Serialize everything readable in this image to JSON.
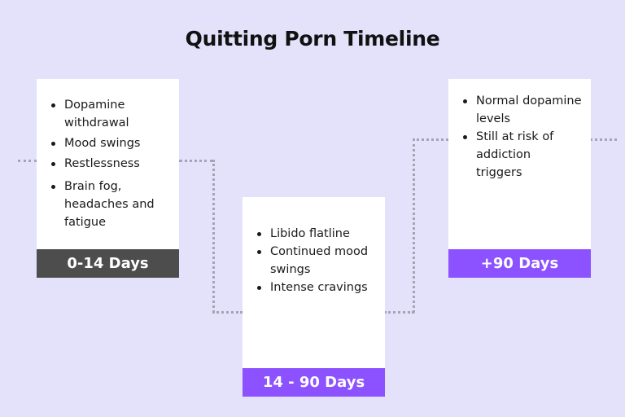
{
  "title": "Quitting Porn Timeline",
  "colors": {
    "background": "#e3e2fa",
    "card": "#ffffff",
    "stage1_label": "#4d4d4d",
    "stage2_label": "#8c52ff",
    "stage3_label": "#8c52ff",
    "connector": "#a6a3b4"
  },
  "stages": [
    {
      "label": "0-14 Days",
      "items": [
        "Dopamine withdrawal",
        "Mood swings",
        "Restlessness",
        "Brain fog, headaches and fatigue"
      ]
    },
    {
      "label": "14 - 90 Days",
      "items": [
        "Libido flatline",
        "Continued mood swings",
        "Intense cravings"
      ]
    },
    {
      "label": "+90 Days",
      "items": [
        "Normal dopamine levels",
        "Still at risk of addiction triggers"
      ]
    }
  ]
}
